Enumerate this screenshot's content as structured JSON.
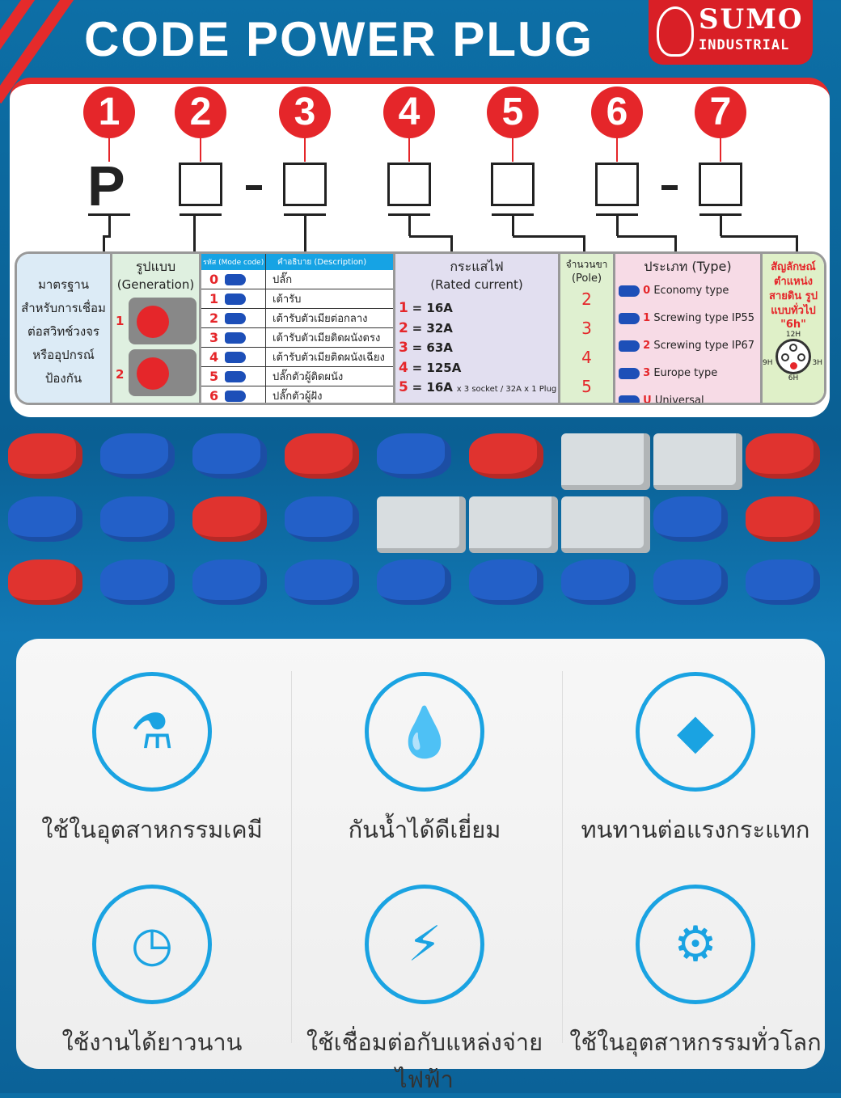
{
  "header": {
    "title": "CODE POWER PLUG",
    "logo_top": "SUMO",
    "logo_bottom": "INDUSTRIAL"
  },
  "code": {
    "digits": [
      "1",
      "2",
      "3",
      "4",
      "5",
      "6",
      "7"
    ],
    "prefix": "P",
    "separator": "-"
  },
  "table": {
    "standard": "มาตรฐาน สำหรับการเชื่อม ต่อสวิทช์วงจร หรืออุปกรณ์ ป้องกัน",
    "generation": {
      "title": "รูปแบบ",
      "subtitle": "(Generation)",
      "items": [
        "1",
        "2"
      ]
    },
    "mode": {
      "header_code": "รหัส (Mode code)",
      "header_desc": "คำอธิบาย (Description)",
      "rows": [
        {
          "code": "0",
          "desc": "ปลั๊ก"
        },
        {
          "code": "1",
          "desc": "เต้ารับ"
        },
        {
          "code": "2",
          "desc": "เต้ารับตัวเมียต่อกลาง"
        },
        {
          "code": "3",
          "desc": "เต้ารับตัวเมียติดผนังตรง"
        },
        {
          "code": "4",
          "desc": "เต้ารับตัวเมียติดผนังเฉียง"
        },
        {
          "code": "5",
          "desc": "ปลั๊กตัวผู้ติดผนัง"
        },
        {
          "code": "6",
          "desc": "ปลั๊กตัวผู้ฝัง"
        }
      ]
    },
    "current": {
      "title": "กระแสไฟ",
      "subtitle": "(Rated current)",
      "rows": [
        {
          "k": "1",
          "v": "= 16A"
        },
        {
          "k": "2",
          "v": "= 32A"
        },
        {
          "k": "3",
          "v": "= 63A"
        },
        {
          "k": "4",
          "v": "= 125A"
        },
        {
          "k": "5",
          "v": "= 16A",
          "note": "x 3 socket / 32A x 1 Plug"
        }
      ]
    },
    "pole": {
      "title": "จำนวนขา",
      "subtitle": "(Pole)",
      "values": [
        "2",
        "3",
        "4",
        "5"
      ]
    },
    "type": {
      "title": "ประเภท (Type)",
      "rows": [
        {
          "k": "0",
          "v": "Economy type"
        },
        {
          "k": "1",
          "v": "Screwing type IP55"
        },
        {
          "k": "2",
          "v": "Screwing type IP67"
        },
        {
          "k": "3",
          "v": "Europe type"
        },
        {
          "k": "U",
          "v": "Universal"
        }
      ]
    },
    "earth": {
      "title": "สัญลักษณ์ ตำแหน่ง สายดิน รูปแบบทั่วไป",
      "code": "\"6h\"",
      "h12": "12H",
      "h3": "3H",
      "h6": "6H",
      "h9": "9H"
    }
  },
  "products": [
    "red",
    "blue",
    "blue",
    "red",
    "blue",
    "red",
    "grey",
    "grey",
    "red",
    "blue",
    "blue",
    "red",
    "blue",
    "grey",
    "grey",
    "grey",
    "blue",
    "red",
    "red",
    "blue",
    "blue",
    "blue",
    "blue",
    "blue",
    "blue",
    "blue",
    "blue"
  ],
  "features": [
    {
      "icon": "chemical-icon",
      "label": "ใช้ในอุตสาหกรรมเคมี"
    },
    {
      "icon": "water-drop-icon",
      "label": "กันน้ำได้ดีเยี่ยม"
    },
    {
      "icon": "diamond-icon",
      "label": "ทนทานต่อแรงกระแทก"
    },
    {
      "icon": "clock-icon",
      "label": "ใช้งานได้ยาวนาน"
    },
    {
      "icon": "lightning-icon",
      "label": "ใช้เชื่อมต่อกับแหล่งจ่ายไฟฟ้า"
    },
    {
      "icon": "gear-icon",
      "label": "ใช้ในอุตสาหกรรมทั่วโลก"
    }
  ],
  "colors": {
    "red": "#e5262a",
    "blue": "#1aa3e2",
    "bg": "#0d6fa6"
  }
}
